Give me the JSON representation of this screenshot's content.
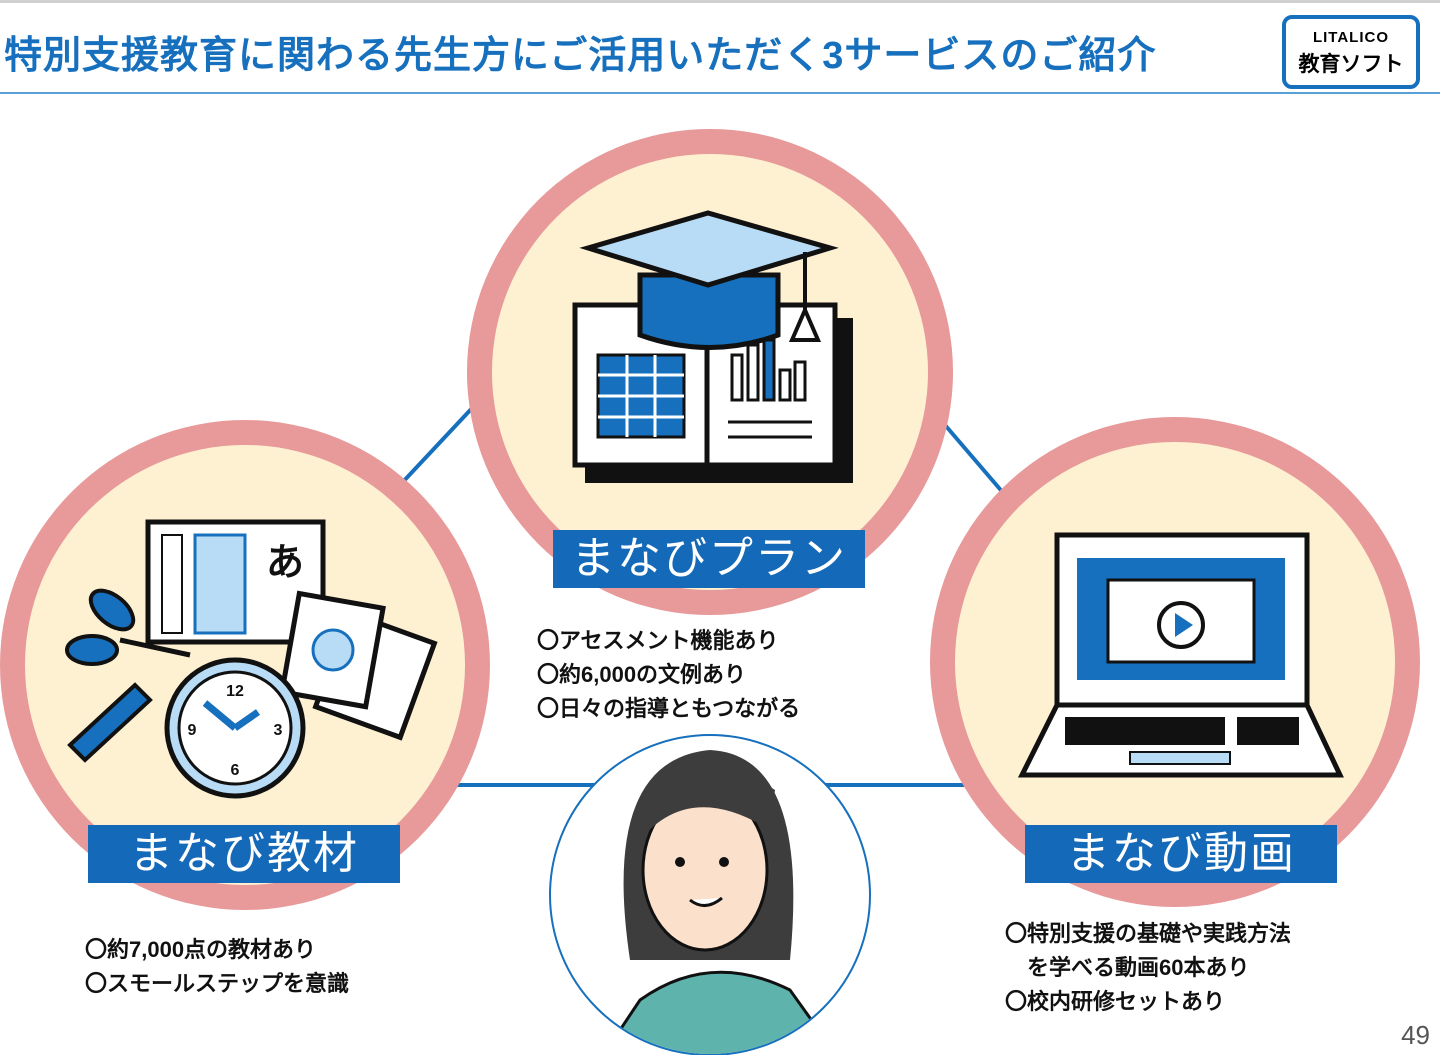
{
  "header": {
    "title": "特別支援教育に関わる先生方にご活用いただく3サービスのご紹介",
    "logo_top": "LITALICO",
    "logo_bottom": "教育ソフト"
  },
  "services": [
    {
      "name": "まなびプラン",
      "features": [
        "〇アセスメント機能あり",
        "〇約6,000の文例あり",
        "〇日々の指導ともつながる"
      ]
    },
    {
      "name": "まなび教材",
      "features": [
        "〇約7,000点の教材あり",
        "〇スモールステップを意識"
      ]
    },
    {
      "name": "まなび動画",
      "features": [
        "〇特別支援の基礎や実践方法",
        "　を学べる動画60本あり",
        "〇校内研修セットあり"
      ]
    }
  ],
  "illustration": {
    "clock_numbers": [
      "12",
      "3",
      "6",
      "9"
    ],
    "card_char": "あ"
  },
  "page_number": "49",
  "colors": {
    "accent": "#1670bd",
    "ring": "#e8999a",
    "fill": "#fef1d2"
  }
}
